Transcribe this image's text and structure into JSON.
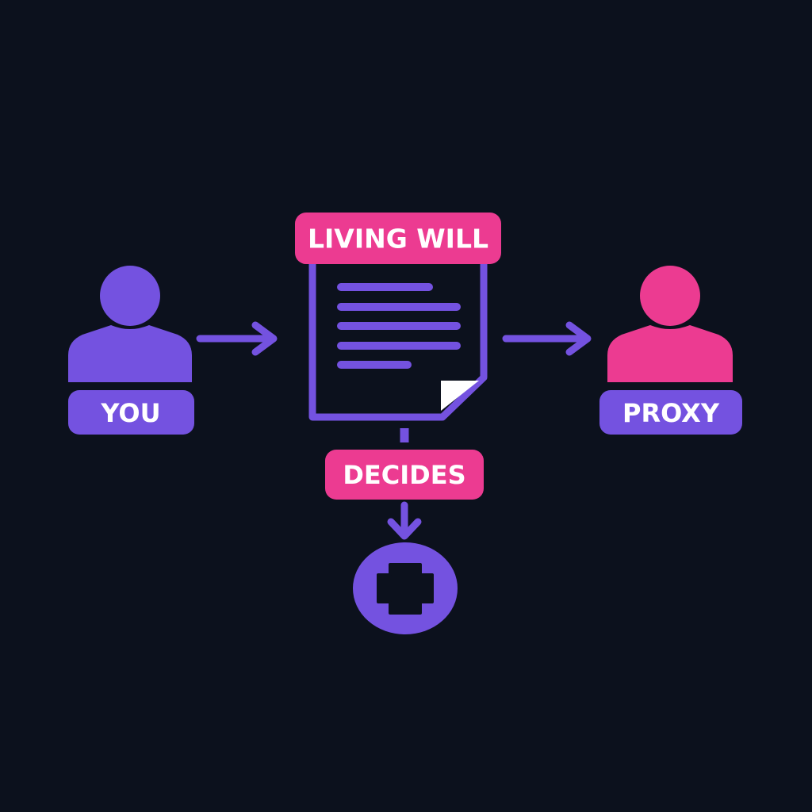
{
  "colors": {
    "background": "#0c111d",
    "purple": "#7452e0",
    "pink": "#ec3b91",
    "white": "#ffffff"
  },
  "nodes": {
    "you": {
      "label": "YOU",
      "icon": "person-icon",
      "color": "#7452e0"
    },
    "living_will": {
      "label": "LIVING WILL",
      "icon": "document-icon",
      "color": "#ec3b91"
    },
    "proxy": {
      "label": "PROXY",
      "icon": "person-icon",
      "color": "#ec3b91"
    },
    "decides": {
      "label": "DECIDES",
      "color": "#ec3b91"
    },
    "medical": {
      "icon": "medical-cross-icon",
      "color": "#7452e0"
    }
  },
  "edges": [
    {
      "from": "you",
      "to": "living_will"
    },
    {
      "from": "living_will",
      "to": "proxy"
    },
    {
      "from": "living_will",
      "to": "decides"
    },
    {
      "from": "decides",
      "to": "medical"
    }
  ]
}
